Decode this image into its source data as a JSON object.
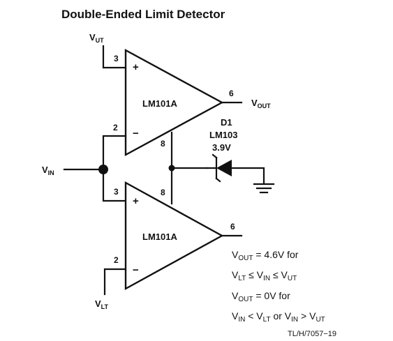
{
  "diagram": {
    "title": "Double-Ended Limit Detector",
    "reference": "TL/H/7057−19",
    "amp_upper": {
      "name": "LM101A",
      "pin_plus": "3",
      "pin_minus": "2",
      "pin_out": "6",
      "pin_comp": "8",
      "sign_plus": "+",
      "sign_minus": "−"
    },
    "amp_lower": {
      "name": "LM101A",
      "pin_plus": "3",
      "pin_minus": "2",
      "pin_out": "6",
      "pin_comp": "8",
      "sign_plus": "+",
      "sign_minus": "−"
    },
    "signals": {
      "vut": {
        "main": "V",
        "sub": "UT"
      },
      "vlt": {
        "main": "V",
        "sub": "LT"
      },
      "vin": {
        "main": "V",
        "sub": "IN"
      },
      "vout": {
        "main": "V",
        "sub": "OUT"
      }
    },
    "diode": {
      "designator": "D1",
      "part": "LM103",
      "voltage": "3.9V"
    },
    "notes": {
      "line1_a": "V",
      "line1_a_sub": "OUT",
      "line1_b": " = 4.6V for",
      "line2_a": "V",
      "line2_a_sub": "LT",
      "line2_b": " ≤ V",
      "line2_b_sub": "IN",
      "line2_c": " ≤ V",
      "line2_c_sub": "UT",
      "line3_a": "V",
      "line3_a_sub": "OUT",
      "line3_b": " = 0V for",
      "line4_a": "V",
      "line4_a_sub": "IN",
      "line4_b": " < V",
      "line4_b_sub": "LT",
      "line4_c": " or V",
      "line4_c_sub": "IN",
      "line4_d": " > V",
      "line4_d_sub": "UT"
    }
  }
}
